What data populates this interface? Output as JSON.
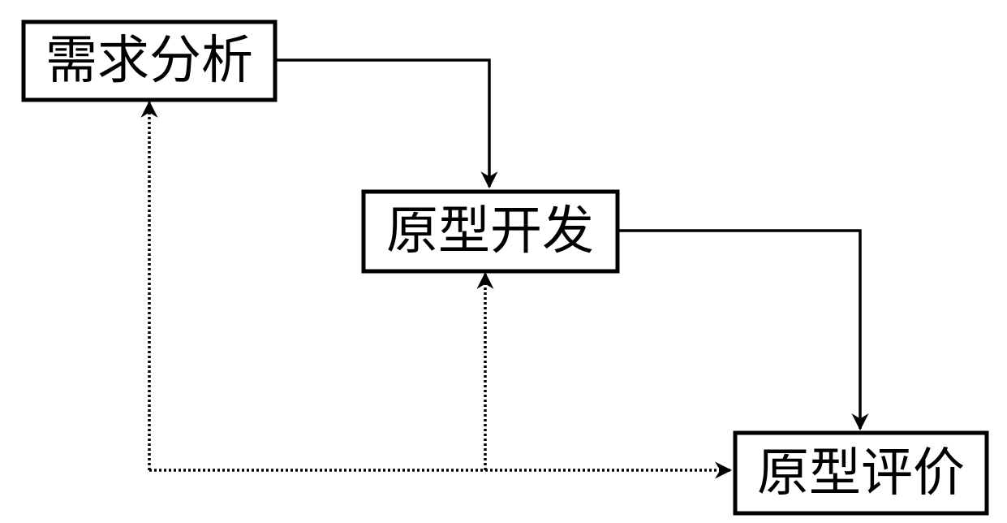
{
  "nodes": {
    "requirements": {
      "label": "需求分析"
    },
    "prototype_dev": {
      "label": "原型开发"
    },
    "prototype_eval": {
      "label": "原型评价"
    }
  },
  "colors": {
    "stroke": "#000000",
    "background": "#ffffff"
  }
}
